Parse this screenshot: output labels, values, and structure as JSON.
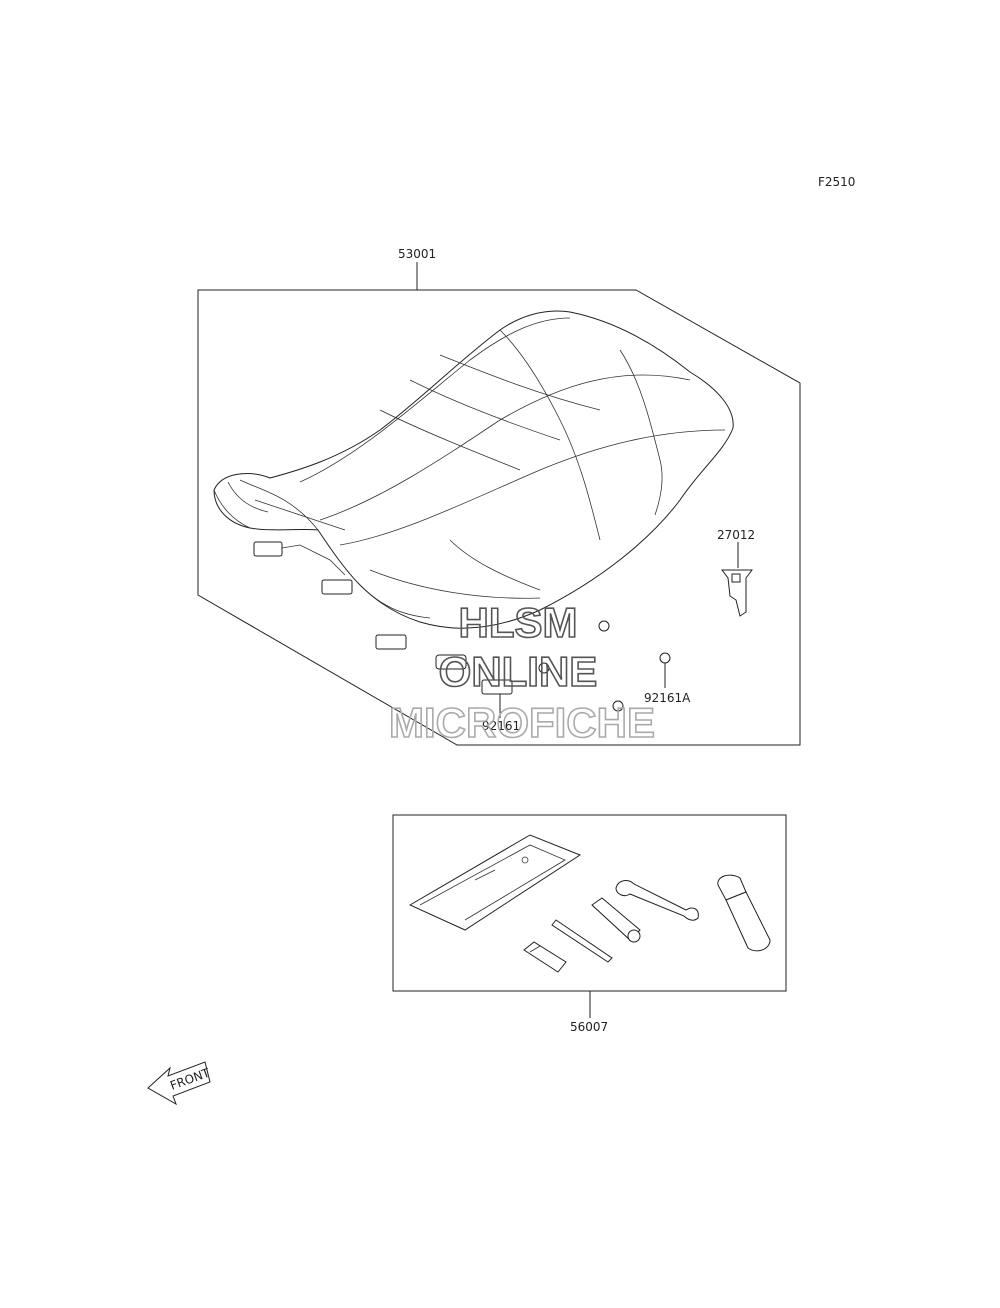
{
  "figure_code": "F2510",
  "parts": {
    "seat_assy": "53001",
    "hook": "27012",
    "damper": "92161",
    "damper_a": "92161A",
    "tool_kit": "56007"
  },
  "watermark": {
    "line1": "HLSM",
    "line2": "ONLINE",
    "line3": "MICROFICHE"
  },
  "direction": {
    "label": "FRONT"
  }
}
